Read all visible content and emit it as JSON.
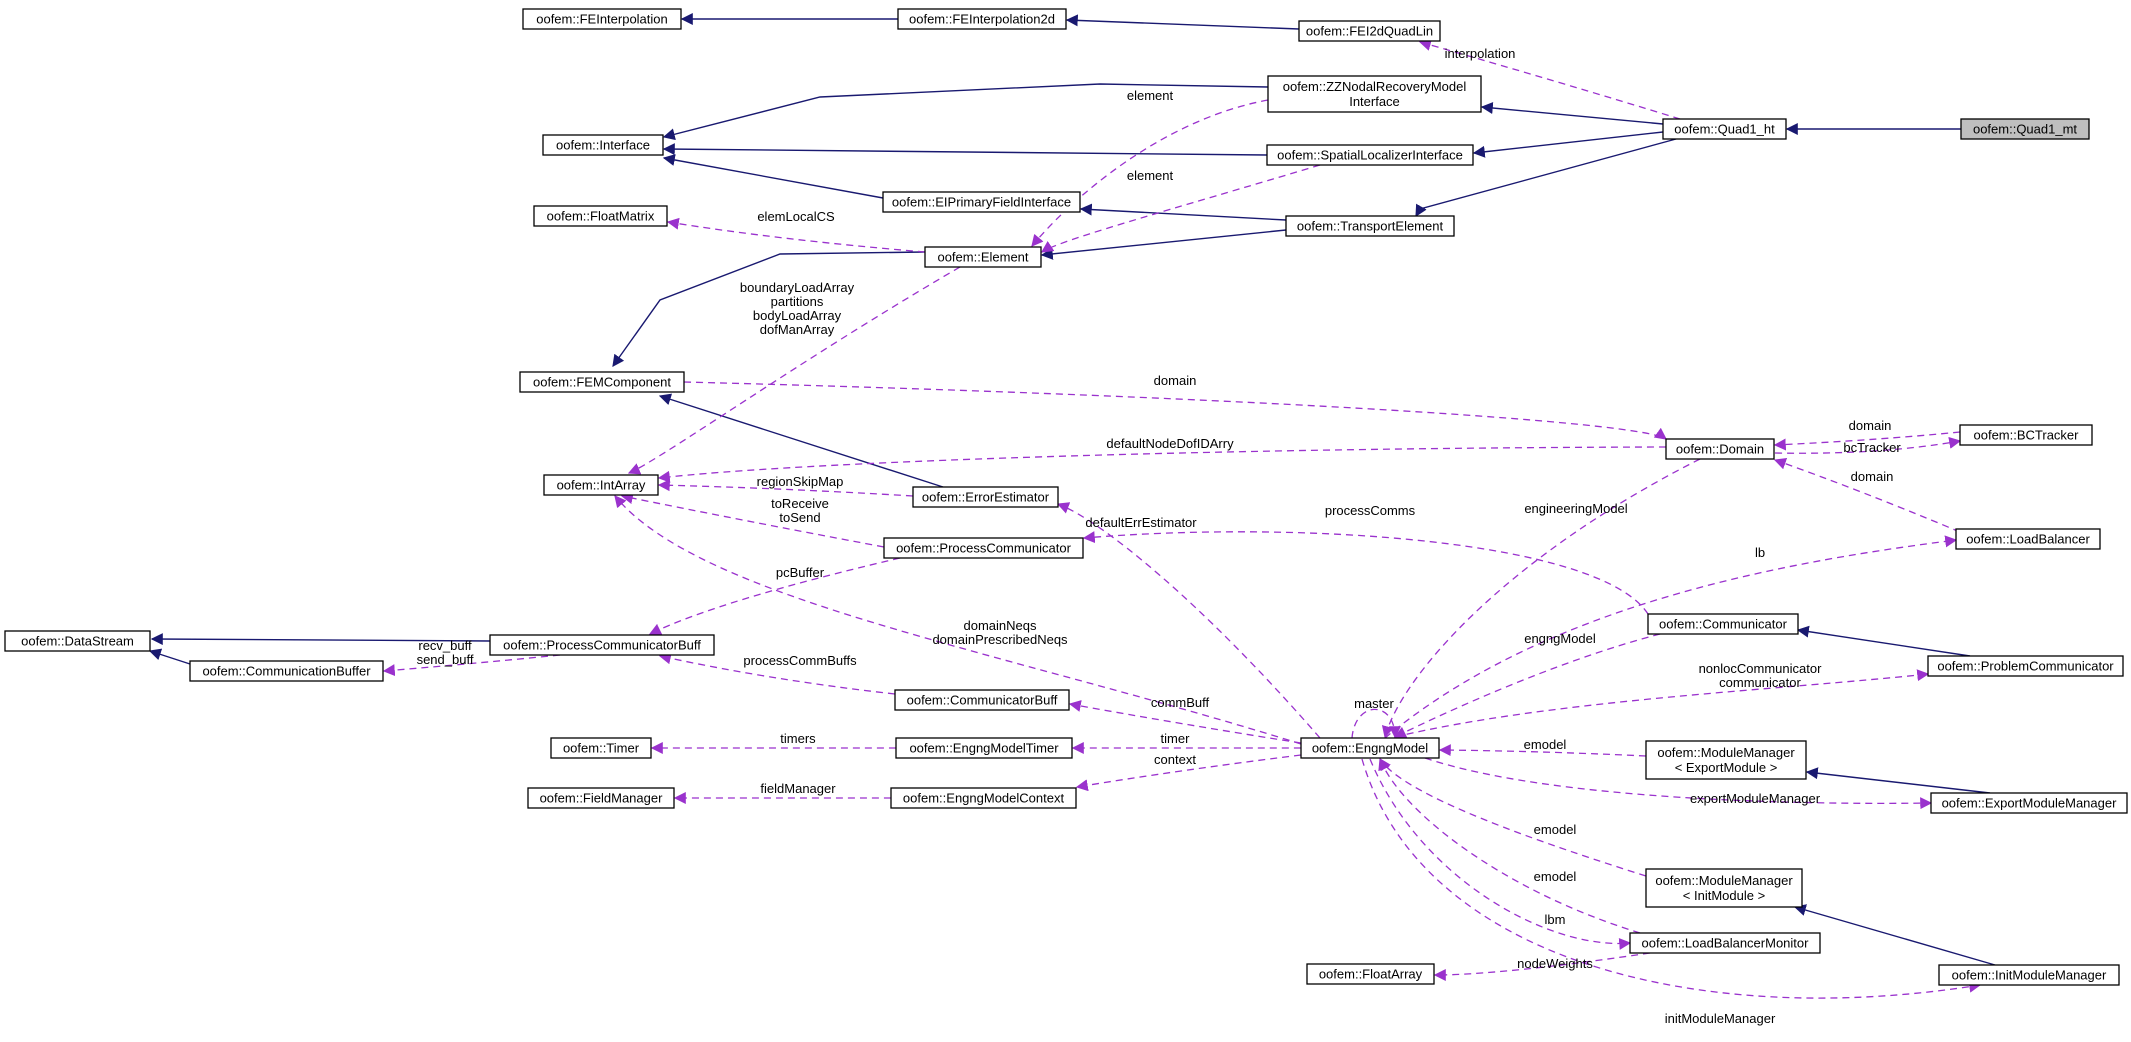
{
  "colors": {
    "inheritance": "#191970",
    "usage": "#9a32cd",
    "highlight": "#bfbfbf"
  },
  "nodes": [
    {
      "id": "FEInterpolation",
      "lines": [
        "oofem::FEInterpolation"
      ]
    },
    {
      "id": "FEInterpolation2d",
      "lines": [
        "oofem::FEInterpolation2d"
      ]
    },
    {
      "id": "FEI2dQuadLin",
      "lines": [
        "oofem::FEI2dQuadLin"
      ]
    },
    {
      "id": "ZZNodal",
      "lines": [
        "oofem::ZZNodalRecoveryModel",
        "Interface"
      ]
    },
    {
      "id": "Quad1_ht",
      "lines": [
        "oofem::Quad1_ht"
      ]
    },
    {
      "id": "Quad1_mt",
      "lines": [
        "oofem::Quad1_mt"
      ],
      "highlight": true
    },
    {
      "id": "Interface",
      "lines": [
        "oofem::Interface"
      ]
    },
    {
      "id": "SpatialLoc",
      "lines": [
        "oofem::SpatialLocalizerInterface"
      ]
    },
    {
      "id": "EIPrimary",
      "lines": [
        "oofem::EIPrimaryFieldInterface"
      ]
    },
    {
      "id": "FloatMatrix",
      "lines": [
        "oofem::FloatMatrix"
      ]
    },
    {
      "id": "Element",
      "lines": [
        "oofem::Element"
      ]
    },
    {
      "id": "TransportElement",
      "lines": [
        "oofem::TransportElement"
      ]
    },
    {
      "id": "FEMComponent",
      "lines": [
        "oofem::FEMComponent"
      ]
    },
    {
      "id": "Domain",
      "lines": [
        "oofem::Domain"
      ]
    },
    {
      "id": "BCTracker",
      "lines": [
        "oofem::BCTracker"
      ]
    },
    {
      "id": "IntArray",
      "lines": [
        "oofem::IntArray"
      ]
    },
    {
      "id": "ErrorEstimator",
      "lines": [
        "oofem::ErrorEstimator"
      ]
    },
    {
      "id": "LoadBalancer",
      "lines": [
        "oofem::LoadBalancer"
      ]
    },
    {
      "id": "ProcessCommunicator",
      "lines": [
        "oofem::ProcessCommunicator"
      ]
    },
    {
      "id": "Communicator",
      "lines": [
        "oofem::Communicator"
      ]
    },
    {
      "id": "DataStream",
      "lines": [
        "oofem::DataStream"
      ]
    },
    {
      "id": "PCBuff",
      "lines": [
        "oofem::ProcessCommunicatorBuff"
      ]
    },
    {
      "id": "CommunicationBuffer",
      "lines": [
        "oofem::CommunicationBuffer"
      ]
    },
    {
      "id": "ProblemCommunicator",
      "lines": [
        "oofem::ProblemCommunicator"
      ]
    },
    {
      "id": "CommunicatorBuff",
      "lines": [
        "oofem::CommunicatorBuff"
      ]
    },
    {
      "id": "Timer",
      "lines": [
        "oofem::Timer"
      ]
    },
    {
      "id": "EngngModelTimer",
      "lines": [
        "oofem::EngngModelTimer"
      ]
    },
    {
      "id": "EngngModel",
      "lines": [
        "oofem::EngngModel"
      ]
    },
    {
      "id": "MMExport",
      "lines": [
        "oofem::ModuleManager",
        "< ExportModule >"
      ]
    },
    {
      "id": "FieldManager",
      "lines": [
        "oofem::FieldManager"
      ]
    },
    {
      "id": "EngngModelContext",
      "lines": [
        "oofem::EngngModelContext"
      ]
    },
    {
      "id": "ExportModuleManager",
      "lines": [
        "oofem::ExportModuleManager"
      ]
    },
    {
      "id": "MMInit",
      "lines": [
        "oofem::ModuleManager",
        "< InitModule >"
      ]
    },
    {
      "id": "LBMonitor",
      "lines": [
        "oofem::LoadBalancerMonitor"
      ]
    },
    {
      "id": "FloatArray",
      "lines": [
        "oofem::FloatArray"
      ]
    },
    {
      "id": "InitModuleManager",
      "lines": [
        "oofem::InitModuleManager"
      ]
    }
  ],
  "inheritance": [
    {
      "from": "Quad1_mt",
      "to": "Quad1_ht"
    },
    {
      "from": "Quad1_ht",
      "to": "FEI2dQuadLin",
      "kind": "none"
    },
    {
      "from": "FEI2dQuadLin",
      "to": "FEInterpolation2d"
    },
    {
      "from": "FEInterpolation2d",
      "to": "FEInterpolation"
    },
    {
      "from": "Quad1_ht",
      "to": "ZZNodal"
    },
    {
      "from": "Quad1_ht",
      "to": "SpatialLoc"
    },
    {
      "from": "Quad1_ht",
      "to": "TransportElement"
    },
    {
      "from": "ZZNodal",
      "to": "Interface"
    },
    {
      "from": "SpatialLoc",
      "to": "Interface"
    },
    {
      "from": "EIPrimary",
      "to": "Interface"
    },
    {
      "from": "TransportElement",
      "to": "EIPrimary"
    },
    {
      "from": "TransportElement",
      "to": "Element"
    },
    {
      "from": "Element",
      "to": "FEMComponent"
    },
    {
      "from": "ErrorEstimator",
      "to": "FEMComponent"
    },
    {
      "from": "PCBuff",
      "to": "DataStream"
    },
    {
      "from": "CommunicationBuffer",
      "to": "DataStream"
    },
    {
      "from": "ProblemCommunicator",
      "to": "Communicator"
    },
    {
      "from": "ExportModuleManager",
      "to": "MMExport"
    },
    {
      "from": "InitModuleManager",
      "to": "MMInit"
    }
  ],
  "usage": [
    {
      "from": "Quad1_ht",
      "to": "FEI2dQuadLin",
      "label": "interpolation"
    },
    {
      "from": "ZZNodal",
      "to": "Element",
      "label": "element"
    },
    {
      "from": "SpatialLoc",
      "to": "Element",
      "label": "element"
    },
    {
      "from": "Element",
      "to": "FloatMatrix",
      "label": "elemLocalCS"
    },
    {
      "from": "Element",
      "to": "IntArray",
      "label": "boundaryLoadArray\npartitions\nbodyLoadArray\ndofManArray"
    },
    {
      "from": "FEMComponent",
      "to": "Domain",
      "label": "domain"
    },
    {
      "from": "Domain",
      "to": "IntArray",
      "label": "defaultNodeDofIDArry"
    },
    {
      "from": "BCTracker",
      "to": "Domain",
      "label": "domain"
    },
    {
      "from": "Domain",
      "to": "BCTracker",
      "label": "bcTracker"
    },
    {
      "from": "LoadBalancer",
      "to": "Domain",
      "label": "domain"
    },
    {
      "from": "ErrorEstimator",
      "to": "IntArray",
      "label": "regionSkipMap"
    },
    {
      "from": "ProcessCommunicator",
      "to": "IntArray",
      "label": "toReceive\ntoSend"
    },
    {
      "from": "ProcessCommunicator",
      "to": "PCBuff",
      "label": "pcBuffer"
    },
    {
      "from": "PCBuff",
      "to": "CommunicationBuffer",
      "label": "recv_buff\nsend_buff"
    },
    {
      "from": "Communicator",
      "to": "ProcessCommunicator",
      "label": "processComms"
    },
    {
      "from": "EngngModel",
      "to": "ErrorEstimator",
      "label": "defaultErrEstimator"
    },
    {
      "from": "Domain",
      "to": "EngngModel",
      "label": "engineeringModel"
    },
    {
      "from": "EngngModel",
      "to": "LoadBalancer",
      "label": "lb"
    },
    {
      "from": "EngngModel",
      "to": "IntArray",
      "label": "domainNeqs\ndomainPrescribedNeqs"
    },
    {
      "from": "Communicator",
      "to": "EngngModel",
      "label": "engngModel"
    },
    {
      "from": "CommunicatorBuff",
      "to": "PCBuff",
      "label": "processCommBuffs"
    },
    {
      "from": "EngngModel",
      "to": "ProblemCommunicator",
      "label": "nonlocCommunicator\ncommunicator"
    },
    {
      "from": "EngngModel",
      "to": "CommunicatorBuff",
      "label": "commBuff"
    },
    {
      "from": "EngngModel",
      "to": "EngngModel",
      "label": "master"
    },
    {
      "from": "EngngModelTimer",
      "to": "Timer",
      "label": "timers"
    },
    {
      "from": "EngngModel",
      "to": "EngngModelTimer",
      "label": "timer"
    },
    {
      "from": "MMExport",
      "to": "EngngModel",
      "label": "emodel"
    },
    {
      "from": "EngngModelContext",
      "to": "FieldManager",
      "label": "fieldManager"
    },
    {
      "from": "EngngModel",
      "to": "EngngModelContext",
      "label": "context"
    },
    {
      "from": "EngngModel",
      "to": "ExportModuleManager",
      "label": "exportModuleManager"
    },
    {
      "from": "MMInit",
      "to": "EngngModel",
      "label": "emodel"
    },
    {
      "from": "LBMonitor",
      "to": "EngngModel",
      "label": "emodel"
    },
    {
      "from": "EngngModel",
      "to": "LBMonitor",
      "label": "lbm"
    },
    {
      "from": "LBMonitor",
      "to": "FloatArray",
      "label": "nodeWeights"
    },
    {
      "from": "EngngModel",
      "to": "InitModuleManager",
      "label": "initModuleManager"
    }
  ]
}
